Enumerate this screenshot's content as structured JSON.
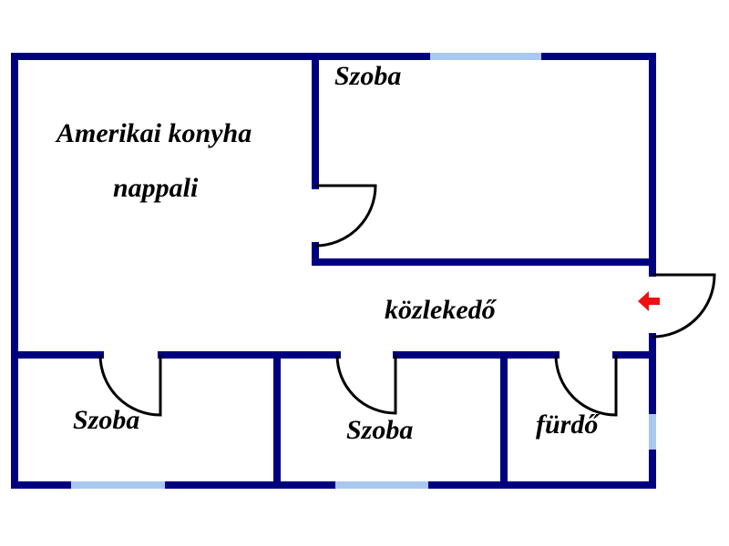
{
  "floorplan": {
    "colors": {
      "wall": "#00007f",
      "window": "#a8c8f0",
      "door": "#000000",
      "entrance_arrow": "#ee1111",
      "background": "#ffffff"
    },
    "rooms": [
      {
        "id": "living",
        "label_line1": "Amerikai konyha",
        "label_line2": "nappali"
      },
      {
        "id": "room-top-right",
        "label": "Szoba"
      },
      {
        "id": "hallway",
        "label": "közlekedő"
      },
      {
        "id": "room-bottom-left",
        "label": "Szoba"
      },
      {
        "id": "room-bottom-middle",
        "label": "Szoba"
      },
      {
        "id": "bathroom",
        "label": "fürdő"
      }
    ],
    "entrance": {
      "icon": "arrow-left-icon"
    }
  }
}
